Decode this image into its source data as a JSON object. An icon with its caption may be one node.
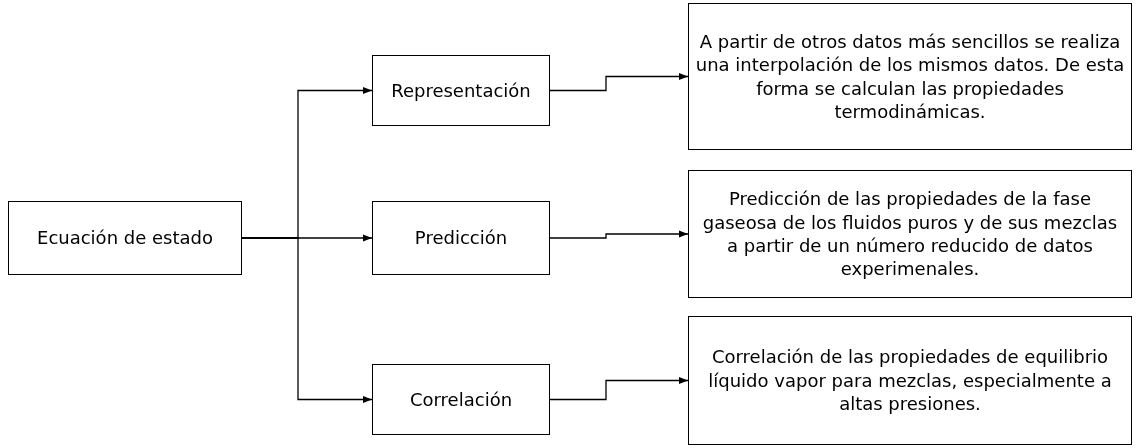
{
  "diagram": {
    "nodes": [
      {
        "text": [
          "Ecuación de estado"
        ]
      },
      {
        "text": [
          "Representación"
        ]
      },
      {
        "text": [
          "Predicción"
        ]
      },
      {
        "text": [
          "Correlación"
        ]
      },
      {
        "text": [
          "A partir de otros datos más sencillos se realiza una interpolación de los mismos datos. De esta forma se calculan las propiedades termodinámicas."
        ]
      },
      {
        "text": [
          "Predicción de las propiedades de la fase gaseosa de los fluidos puros y de sus mezclas a partir de un número reducido de datos experimenales."
        ]
      },
      {
        "text": [
          "Correlación de las propiedades de equilibrio líquido vapor para mezclas, especialmente a altas presiones."
        ]
      }
    ],
    "edges": [
      {
        "from": 0,
        "to": 1,
        "arrow": "to"
      },
      {
        "from": 0,
        "to": 2,
        "arrow": "to"
      },
      {
        "from": 0,
        "to": 3,
        "arrow": "to"
      },
      {
        "from": 1,
        "to": 4,
        "arrow": "to"
      },
      {
        "from": 2,
        "to": 5,
        "arrow": "to"
      },
      {
        "from": 3,
        "to": 6,
        "arrow": "to"
      }
    ]
  }
}
